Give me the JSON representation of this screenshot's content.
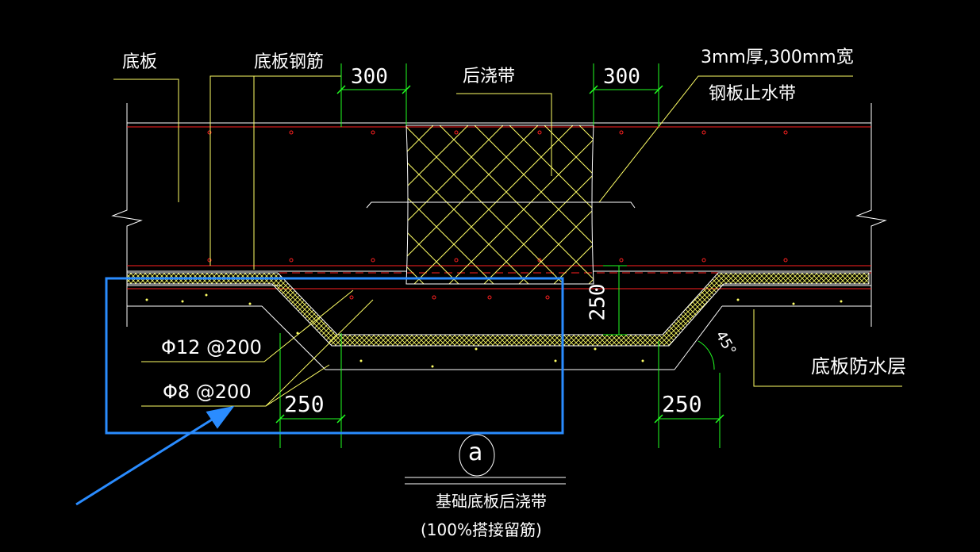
{
  "labels": {
    "slab": "底板",
    "slab_rebar": "底板钢筋",
    "post_pour_strip": "后浇带",
    "waterstop_line1": "3mm厚,300mm宽",
    "waterstop_line2": "钢板止水带",
    "rebar_a": "Φ12 @200",
    "rebar_b": "Φ8 @200",
    "waterproof_layer": "底板防水层",
    "angle": "45°",
    "detail_mark": "a",
    "caption_line1": "基础底板后浇带",
    "caption_line2": "(100%搭接留筋)"
  },
  "dimensions": {
    "top_left": "300",
    "top_right": "300",
    "vertical": "250",
    "bottom_left": "250",
    "bottom_right": "250"
  },
  "colors": {
    "background": "#000000",
    "concrete": "#ffffff",
    "rebar": "#ff2020",
    "hatch": "#ffff66",
    "dimension": "#22ff22",
    "leader": "#ffff66",
    "highlight": "#2a8cff",
    "text": "#ffffff"
  }
}
